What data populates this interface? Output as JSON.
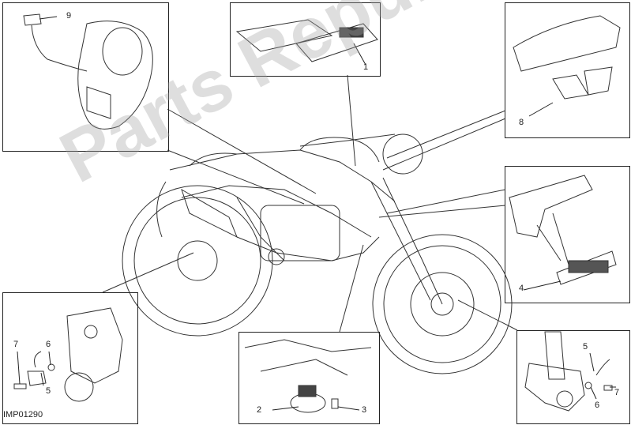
{
  "diagram": {
    "code": "IMP01290",
    "callouts": {
      "c1": "1",
      "c2": "2",
      "c3": "3",
      "c4": "4",
      "c5a": "5",
      "c5b": "5",
      "c6a": "6",
      "c6b": "6",
      "c7a": "7",
      "c7b": "7",
      "c8": "8",
      "c9": "9"
    },
    "watermark": "Parts Republik"
  }
}
